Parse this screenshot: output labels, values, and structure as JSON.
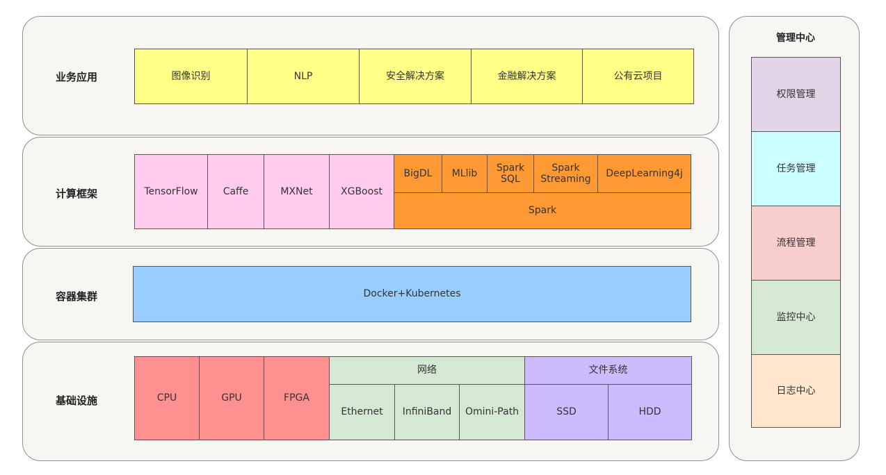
{
  "layers": [
    {
      "label": "业务应用",
      "items": [
        "图像识别",
        "NLP",
        "安全解决方案",
        "金融解决方案",
        "公有云项目"
      ]
    },
    {
      "label": "计算框架",
      "items": [
        "TensorFlow",
        "Caffe",
        "MXNet",
        "XGBoost"
      ],
      "spark_components": [
        "BigDL",
        "MLlib",
        "Spark\nSQL",
        "Spark\nStreaming",
        "DeepLearning4j"
      ],
      "spark": "Spark"
    },
    {
      "label": "容器集群",
      "items": [
        "Docker+Kubernetes"
      ]
    },
    {
      "label": "基础设施",
      "hardware": [
        "CPU",
        "GPU",
        "FPGA"
      ],
      "network": {
        "title": "网络",
        "items": [
          "Ethernet",
          "InfiniBand",
          "Omini-Path"
        ]
      },
      "filesystem": {
        "title": "文件系统",
        "items": [
          "SSD",
          "HDD"
        ]
      }
    }
  ],
  "management": {
    "title": "管理中心",
    "items": [
      "权限管理",
      "任务管理",
      "流程管理",
      "监控中心",
      "日志中心"
    ]
  },
  "colors": {
    "app": "#ffff88",
    "framework": "#ffccee",
    "spark": "#ff9933",
    "container": "#99ccff",
    "hardware": "#ff9090",
    "network": "#d5e8d4",
    "filesystem": "#ccbbff"
  }
}
